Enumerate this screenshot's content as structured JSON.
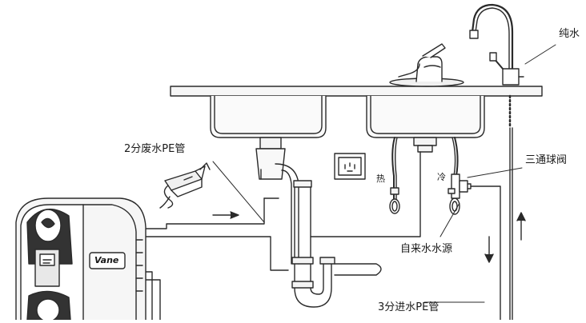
{
  "labels": {
    "pure_water": "纯水",
    "waste_pipe": "2分废水PE管",
    "tee_valve": "三通球阀",
    "tap_water": "自来水水源",
    "inlet_pipe": "3分进水PE管",
    "hot": "热",
    "cold": "冷",
    "brand": "Vane"
  },
  "colors": {
    "line": "#2a2a2a",
    "fill_light": "#f4f4f4",
    "fill_dark": "#333333"
  },
  "icons": {
    "outlet": "power-outlet-icon",
    "adapter": "power-adapter-icon",
    "faucet": "faucet-icon",
    "pure_faucet": "gooseneck-faucet-icon"
  }
}
